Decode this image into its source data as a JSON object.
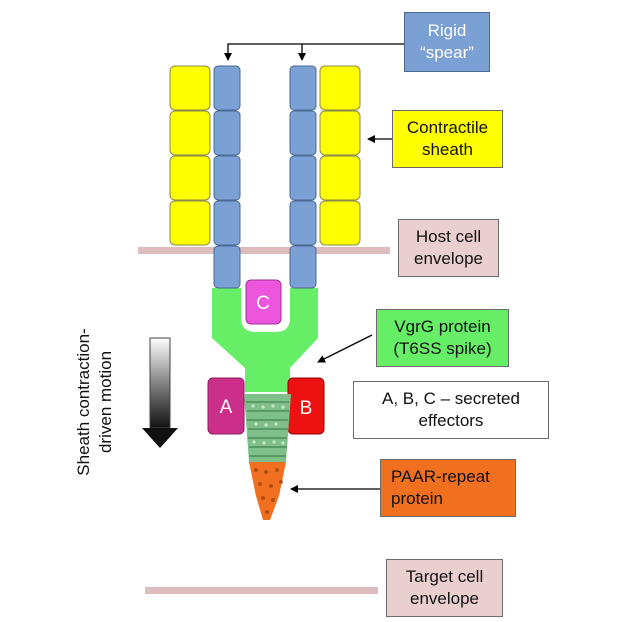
{
  "colors": {
    "spear_blue": "#7aa0d4",
    "sheath_yellow": "#ffff00",
    "vgrg_green": "#66ee66",
    "effector_a": "#cc2f8a",
    "effector_b": "#ee1111",
    "effector_c": "#ee55dd",
    "paar_orange": "#f07020",
    "envelope_pink": "#dcbcbc",
    "spike_green": "#7fbf8a"
  },
  "labels": {
    "rigid_spear": [
      "Rigid",
      "“spear”"
    ],
    "contractile_sheath": [
      "Contractile",
      "sheath"
    ],
    "host_envelope": [
      "Host cell",
      "envelope"
    ],
    "vgrg": [
      "VgrG protein",
      "(T6SS spike)"
    ],
    "effectors_note": [
      "A, B, C – secreted",
      "effectors"
    ],
    "paar": [
      "PAAR-repeat",
      "protein"
    ],
    "target_envelope": [
      "Target cell",
      "envelope"
    ],
    "motion": [
      "Sheath contraction-",
      "driven motion"
    ]
  },
  "effectors": {
    "a": "A",
    "b": "B",
    "c": "C"
  }
}
